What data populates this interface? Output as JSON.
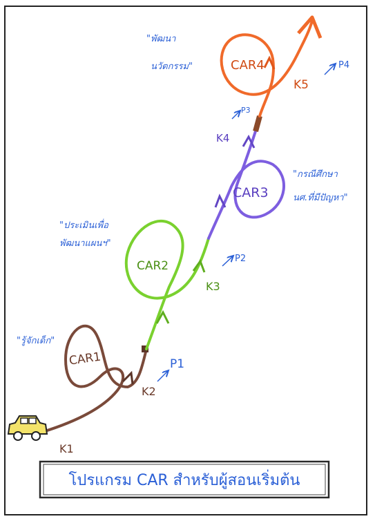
{
  "title": "โปรแกรม CAR สำหรับผู้สอนเริ่มต้น",
  "colors": {
    "car1": "#7a4a3a",
    "car2": "#7ad12f",
    "car3": "#7d5ee0",
    "car4": "#f06a2a",
    "ink": "#2a5fd6",
    "frame": "#222222"
  },
  "stages": [
    {
      "label": "CAR1",
      "note": "\"รู้จักเด็ก\"",
      "k_label": "K2",
      "p_label": "P1"
    },
    {
      "label": "CAR2",
      "note": "\"ประเมินเพื่อ\nพัฒนาแผนฯ\"",
      "k_label": "K3",
      "p_label": "P2"
    },
    {
      "label": "CAR3",
      "note": "\"กรณีศึกษา\nนศ.ที่มีปัญหา\"",
      "k_label": "K4",
      "p_label": "P3"
    },
    {
      "label": "CAR4",
      "note": "\"พัฒนา\nนวัตกรรม\"",
      "k_label": "K5",
      "p_label": "P4"
    }
  ],
  "start_label": "K1",
  "start_icon": "car-icon"
}
